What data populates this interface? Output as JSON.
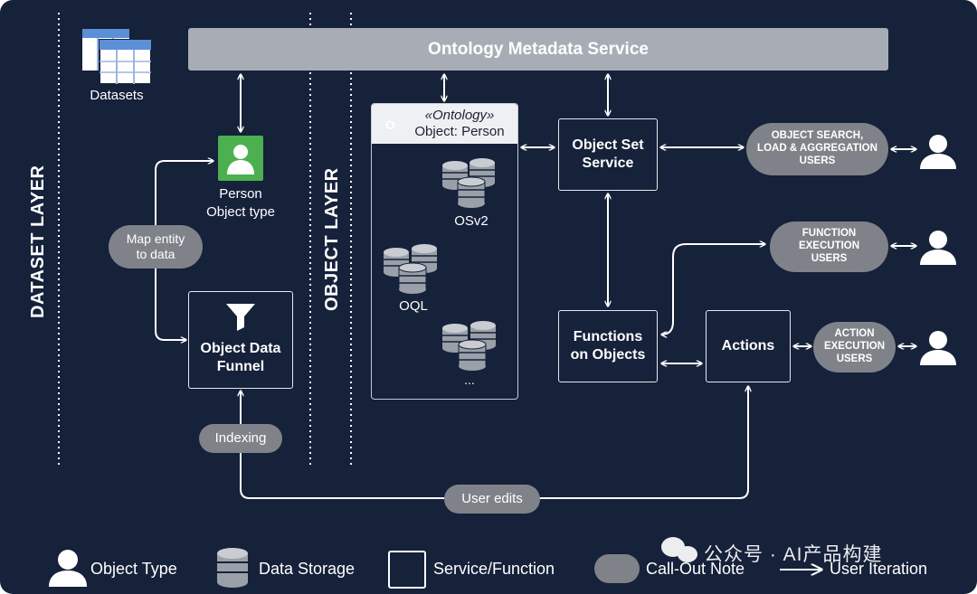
{
  "top_bar": {
    "label": "Ontology Metadata Service"
  },
  "layers": {
    "dataset_layer": "DATASET LAYER",
    "object_layer": "OBJECT LAYER"
  },
  "datasets": {
    "label": "Datasets"
  },
  "person_type": {
    "line1": "Person",
    "line2": "Object type"
  },
  "callouts": {
    "map_entity": {
      "line1": "Map entity",
      "line2": "to data"
    },
    "indexing": "Indexing",
    "user_edits": "User edits"
  },
  "object_data_funnel": {
    "line1": "Object Data",
    "line2": "Funnel"
  },
  "ontology_object": {
    "badge": "O",
    "stereotype": "«Ontology»",
    "name": "Object: Person",
    "stores": {
      "osv2": "OSv2",
      "oql": "OQL",
      "more": "..."
    }
  },
  "object_set_service": {
    "line1": "Object Set",
    "line2": "Service"
  },
  "functions_on_objects": {
    "line1": "Functions",
    "line2": "on Objects"
  },
  "actions": {
    "label": "Actions"
  },
  "user_groups": {
    "search": {
      "line1": "OBJECT SEARCH,",
      "line2": "LOAD & AGGREGATION",
      "line3": "USERS"
    },
    "function": {
      "line1": "FUNCTION",
      "line2": "EXECUTION",
      "line3": "USERS"
    },
    "action": {
      "line1": "ACTION",
      "line2": "EXECUTION",
      "line3": "USERS"
    }
  },
  "legend": {
    "object_type": "Object Type",
    "data_storage": "Data Storage",
    "service_function": "Service/Function",
    "callout_note": "Call-Out Note",
    "user_iteration": "User Iteration"
  },
  "watermark": "公众号 · AI产品构建",
  "colors": {
    "background": "#16213a",
    "top_bar": "#a8adb5",
    "callout": "#7f8389",
    "person_icon": "#4caf50",
    "ontology_badge": "#1c2a6b",
    "line": "#ffffff"
  }
}
